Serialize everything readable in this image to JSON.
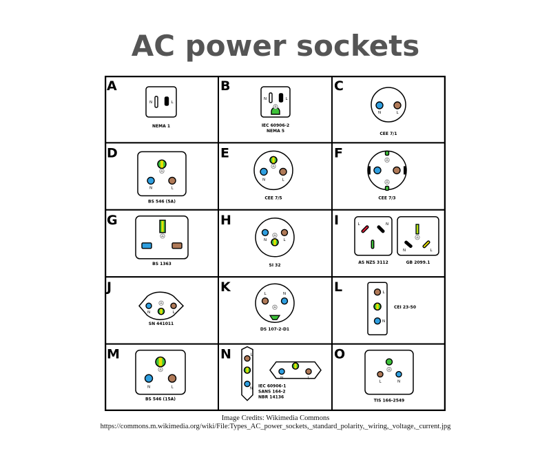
{
  "title": "AC power sockets",
  "colors": {
    "neutral": "#2f9fe0",
    "live": "#b07a58",
    "earth": "#3ec23a",
    "earth_stripe": "#e6e000",
    "live_red": "#e0203a",
    "border": "#000000"
  },
  "cells": [
    {
      "letter": "A",
      "labels": [
        "NEMA 1"
      ]
    },
    {
      "letter": "B",
      "labels": [
        "IEC 60906-2",
        "NEMA 5"
      ]
    },
    {
      "letter": "C",
      "labels": [
        "CEE 7/1"
      ]
    },
    {
      "letter": "D",
      "labels": [
        "BS 546 (5A)"
      ]
    },
    {
      "letter": "E",
      "labels": [
        "CEE 7/5"
      ]
    },
    {
      "letter": "F",
      "labels": [
        "CEE 7/3"
      ]
    },
    {
      "letter": "G",
      "labels": [
        "BS 1363"
      ]
    },
    {
      "letter": "H",
      "labels": [
        "SI 32"
      ]
    },
    {
      "letter": "I",
      "labels": [
        "AS NZS 3112",
        "GB 2099.1"
      ]
    },
    {
      "letter": "J",
      "labels": [
        "SN 441011"
      ]
    },
    {
      "letter": "K",
      "labels": [
        "DS 107-2-D1"
      ]
    },
    {
      "letter": "L",
      "labels": [
        "CEI 23-50"
      ]
    },
    {
      "letter": "M",
      "labels": [
        "BS 546 (15A)"
      ]
    },
    {
      "letter": "N",
      "labels": [
        "IEC 60906-1",
        "SANS 164-2",
        "NBR 14136"
      ]
    },
    {
      "letter": "O",
      "labels": [
        "TIS 166-2549"
      ]
    }
  ],
  "pin_labels": {
    "neutral": "N",
    "live": "L"
  },
  "credits": {
    "line1": "Image Credits: Wikimedia Commons",
    "line2": "https://commons.m.wikimedia.org/wiki/File:Types_AC_power_sockets,_standard_polarity,_wiring,_voltage,_current.jpg"
  }
}
